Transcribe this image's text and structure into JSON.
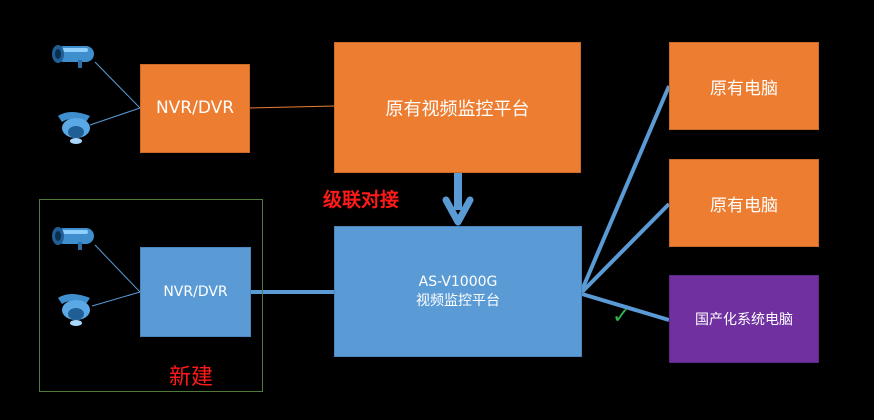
{
  "nodes": {
    "nvr_old": "NVR/DVR",
    "old_platform": "原有视频监控平台",
    "old_pc_1": "原有电脑",
    "old_pc_2": "原有电脑",
    "nvr_new": "NVR/DVR",
    "new_platform_line1": "AS-V1000G",
    "new_platform_line2": "视频监控平台",
    "domestic_pc": "国产化系统电脑"
  },
  "labels": {
    "cascade": "级联对接",
    "new_build": "新建",
    "check": "✓"
  },
  "icons": [
    "bullet-camera-icon",
    "dome-camera-icon",
    "bullet-camera-icon",
    "dome-camera-icon"
  ],
  "colors": {
    "background": "#000000",
    "orange_box": "#ED7D31",
    "blue_box": "#5B9BD5",
    "purple_box": "#7030A0",
    "connector": "#5B9BD5",
    "highlight_text": "#ff1a1a",
    "check": "#2fb34a"
  }
}
